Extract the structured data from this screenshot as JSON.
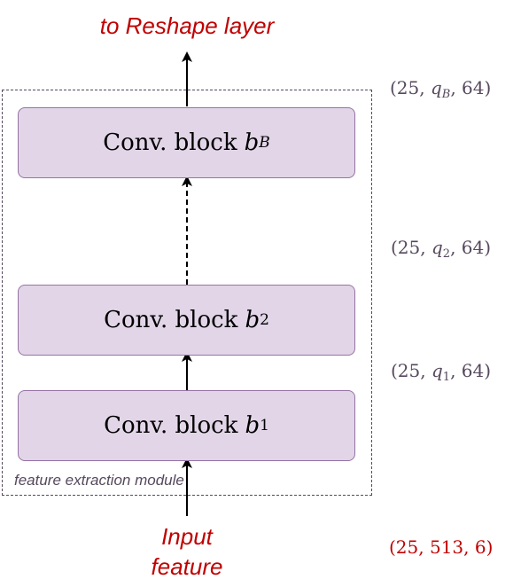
{
  "output_label": "to Reshape layer",
  "input_label_line1": "Input",
  "input_label_line2": "feature",
  "module_label": "feature extraction module",
  "blocks": [
    {
      "text": "Conv. block",
      "var": "b",
      "sub": "B"
    },
    {
      "text": "Conv. block",
      "var": "b",
      "sub": "2"
    },
    {
      "text": "Conv. block",
      "var": "b",
      "sub": "1"
    }
  ],
  "shapes": [
    {
      "open": "(25, ",
      "var": "q",
      "sub": "B",
      "close": ", 64)"
    },
    {
      "open": "(25, ",
      "var": "q",
      "sub": "2",
      "close": ", 64)"
    },
    {
      "open": "(25, ",
      "var": "q",
      "sub": "1",
      "close": ", 64)"
    },
    {
      "text": "(25, 513, 6)"
    }
  ],
  "colors": {
    "accent_red": "#c00000",
    "block_fill": "#e1d5e7",
    "block_border": "#9673a6",
    "frame": "#56485d"
  }
}
